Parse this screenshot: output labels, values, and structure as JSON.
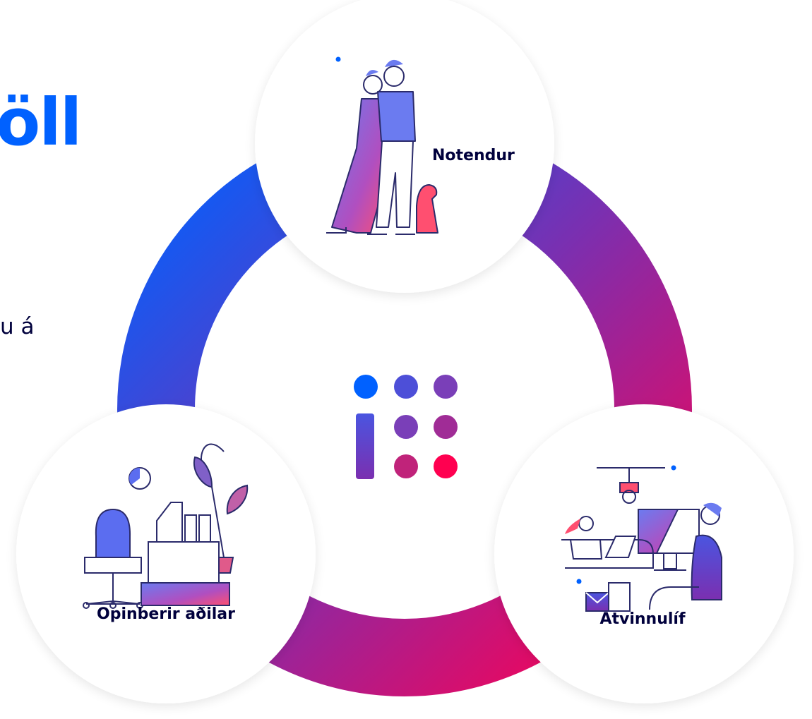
{
  "hero": {
    "title_fragment": "öll"
  },
  "body": {
    "text_fragment": "u á"
  },
  "diagram": {
    "nodes": [
      {
        "label": "Notendur"
      },
      {
        "label": "Opinberir aðilar"
      },
      {
        "label": "Atvinnulíf"
      }
    ]
  },
  "colors": {
    "blue": "#0061ff",
    "purple": "#7b3fc4",
    "magenta": "#c4197a",
    "red": "#ff0050",
    "navy": "#00003c"
  },
  "icons": [
    "island-logo-icon",
    "people-with-dog-illustration",
    "office-desk-illustration",
    "workplace-illustration"
  ]
}
